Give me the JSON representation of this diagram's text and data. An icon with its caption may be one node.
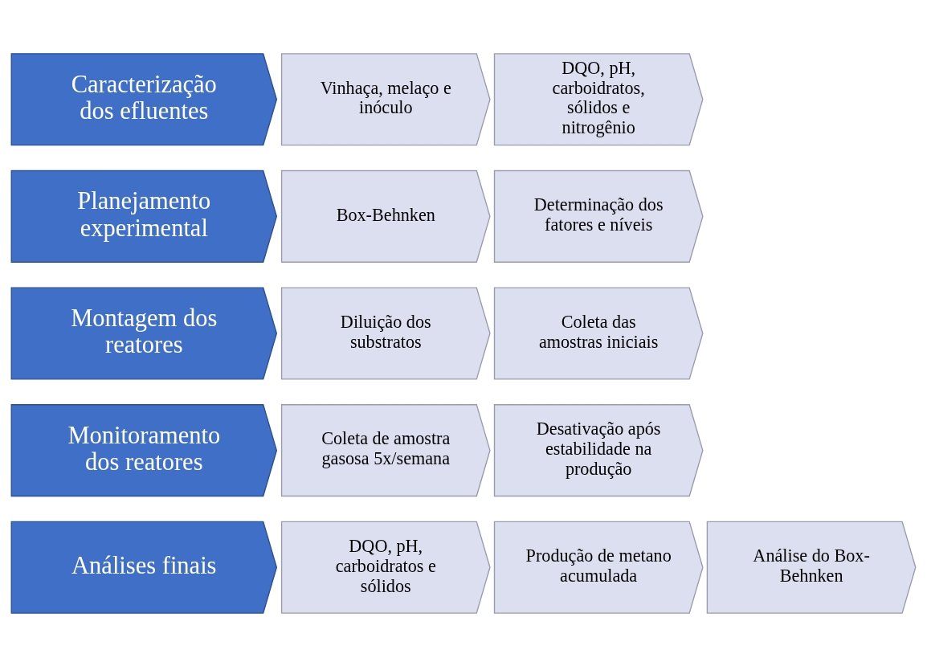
{
  "diagram": {
    "nodes": [
      {
        "text": [
          "Caracterização dos efluentes"
        ]
      },
      {
        "text": [
          "Vinhaça, melaço e inóculo"
        ]
      },
      {
        "text": [
          "DQO, pH, carboidratos, sólidos e nitrogênio"
        ]
      },
      {
        "text": [
          "Planejamento experimental"
        ]
      },
      {
        "text": [
          "Box-Behnken"
        ]
      },
      {
        "text": [
          "Determinação dos fatores e níveis"
        ]
      },
      {
        "text": [
          "Montagem dos reatores"
        ]
      },
      {
        "text": [
          "Diluição dos substratos"
        ]
      },
      {
        "text": [
          "Coleta das amostras iniciais"
        ]
      },
      {
        "text": [
          "Monitoramento dos reatores"
        ]
      },
      {
        "text": [
          "Coleta de amostra gasosa 5x/semana"
        ]
      },
      {
        "text": [
          "Desativação após estabilidade na produção"
        ]
      },
      {
        "text": [
          "Análises finais"
        ]
      },
      {
        "text": [
          "DQO, pH, carboidratos e sólidos"
        ]
      },
      {
        "text": [
          "Produção de metano acumulada"
        ]
      },
      {
        "text": [
          "Análise do Box-Behnken"
        ]
      }
    ]
  }
}
